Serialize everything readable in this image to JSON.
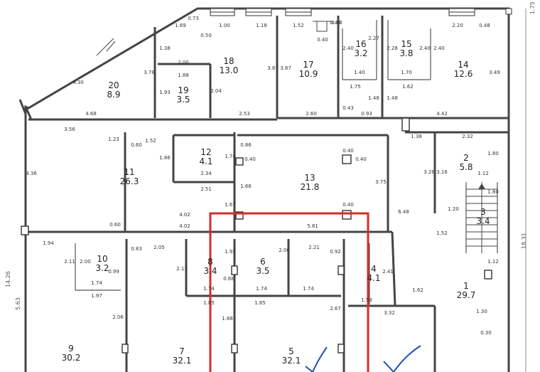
{
  "rooms": [
    {
      "num": "20",
      "area": "8.9"
    },
    {
      "num": "18",
      "area": "13.0"
    },
    {
      "num": "19",
      "area": "3.5"
    },
    {
      "num": "17",
      "area": "10.9"
    },
    {
      "num": "16",
      "area": "3.2"
    },
    {
      "num": "15",
      "area": "3.8"
    },
    {
      "num": "14",
      "area": "12.6"
    },
    {
      "num": "11",
      "area": "26.3"
    },
    {
      "num": "12",
      "area": "4.1"
    },
    {
      "num": "13",
      "area": "21.8"
    },
    {
      "num": "2",
      "area": "5.8"
    },
    {
      "num": "3",
      "area": "3.4"
    },
    {
      "num": "10",
      "area": "3.2"
    },
    {
      "num": "8",
      "area": "3.4"
    },
    {
      "num": "6",
      "area": "3.5"
    },
    {
      "num": "4",
      "area": "4.1"
    },
    {
      "num": "1",
      "area": "29.7"
    },
    {
      "num": "9",
      "area": "30.2"
    },
    {
      "num": "7",
      "area": "32.1"
    },
    {
      "num": "5",
      "area": "32.1"
    }
  ],
  "dimensions": [
    "0.50",
    "1.00",
    "1.18",
    "1.52",
    "0.40",
    "0.48",
    "2.20",
    "0.48",
    "1.69",
    "0.73",
    "1.38",
    "2.00",
    "3.78",
    "1.88",
    "1.93",
    "2.04",
    "3.87",
    "3.87",
    "2.27",
    "2.40",
    "2.28",
    "2.40",
    "2.40",
    "3.49",
    "4.30",
    "0.40",
    "1.40",
    "1.70",
    "1.75",
    "1.48",
    "1.48",
    "1.62",
    "4.68",
    "2.53",
    "2.60",
    "0.43",
    "0.93",
    "4.42",
    "3.56",
    "1.23",
    "0.60",
    "1.52",
    "1.86",
    "0.86",
    "1.74",
    "0.40",
    "0.40",
    "0.40",
    "1.38",
    "2.32",
    "4.36",
    "2.34",
    "3.28",
    "3.16",
    "1.80",
    "2.51",
    "1.66",
    "3.75",
    "1.12",
    "0.40",
    "1.80",
    "1.20",
    "6.48",
    "4.02",
    "1.67",
    "4.02",
    "5.81",
    "1.52",
    "1.94",
    "2.05",
    "0.83",
    "1.92",
    "2.00",
    "2.21",
    "0.92",
    "2.11",
    "2.00",
    "0.99",
    "2.11",
    "2.41",
    "1.12",
    "1.74",
    "1.74",
    "1.74",
    "1.97",
    "1.74",
    "1.85",
    "1.85",
    "1.59",
    "1.62",
    "2.06",
    "1.88",
    "2.67",
    "3.32",
    "1.30",
    "0.30",
    "0.68",
    "0.60"
  ],
  "side_labels": {
    "left": "14.26",
    "left2": "5.63",
    "right": "18.31",
    "left_top": "1.75"
  },
  "highlight_color": "#d62b2b",
  "check_color": "#1f4fb5"
}
